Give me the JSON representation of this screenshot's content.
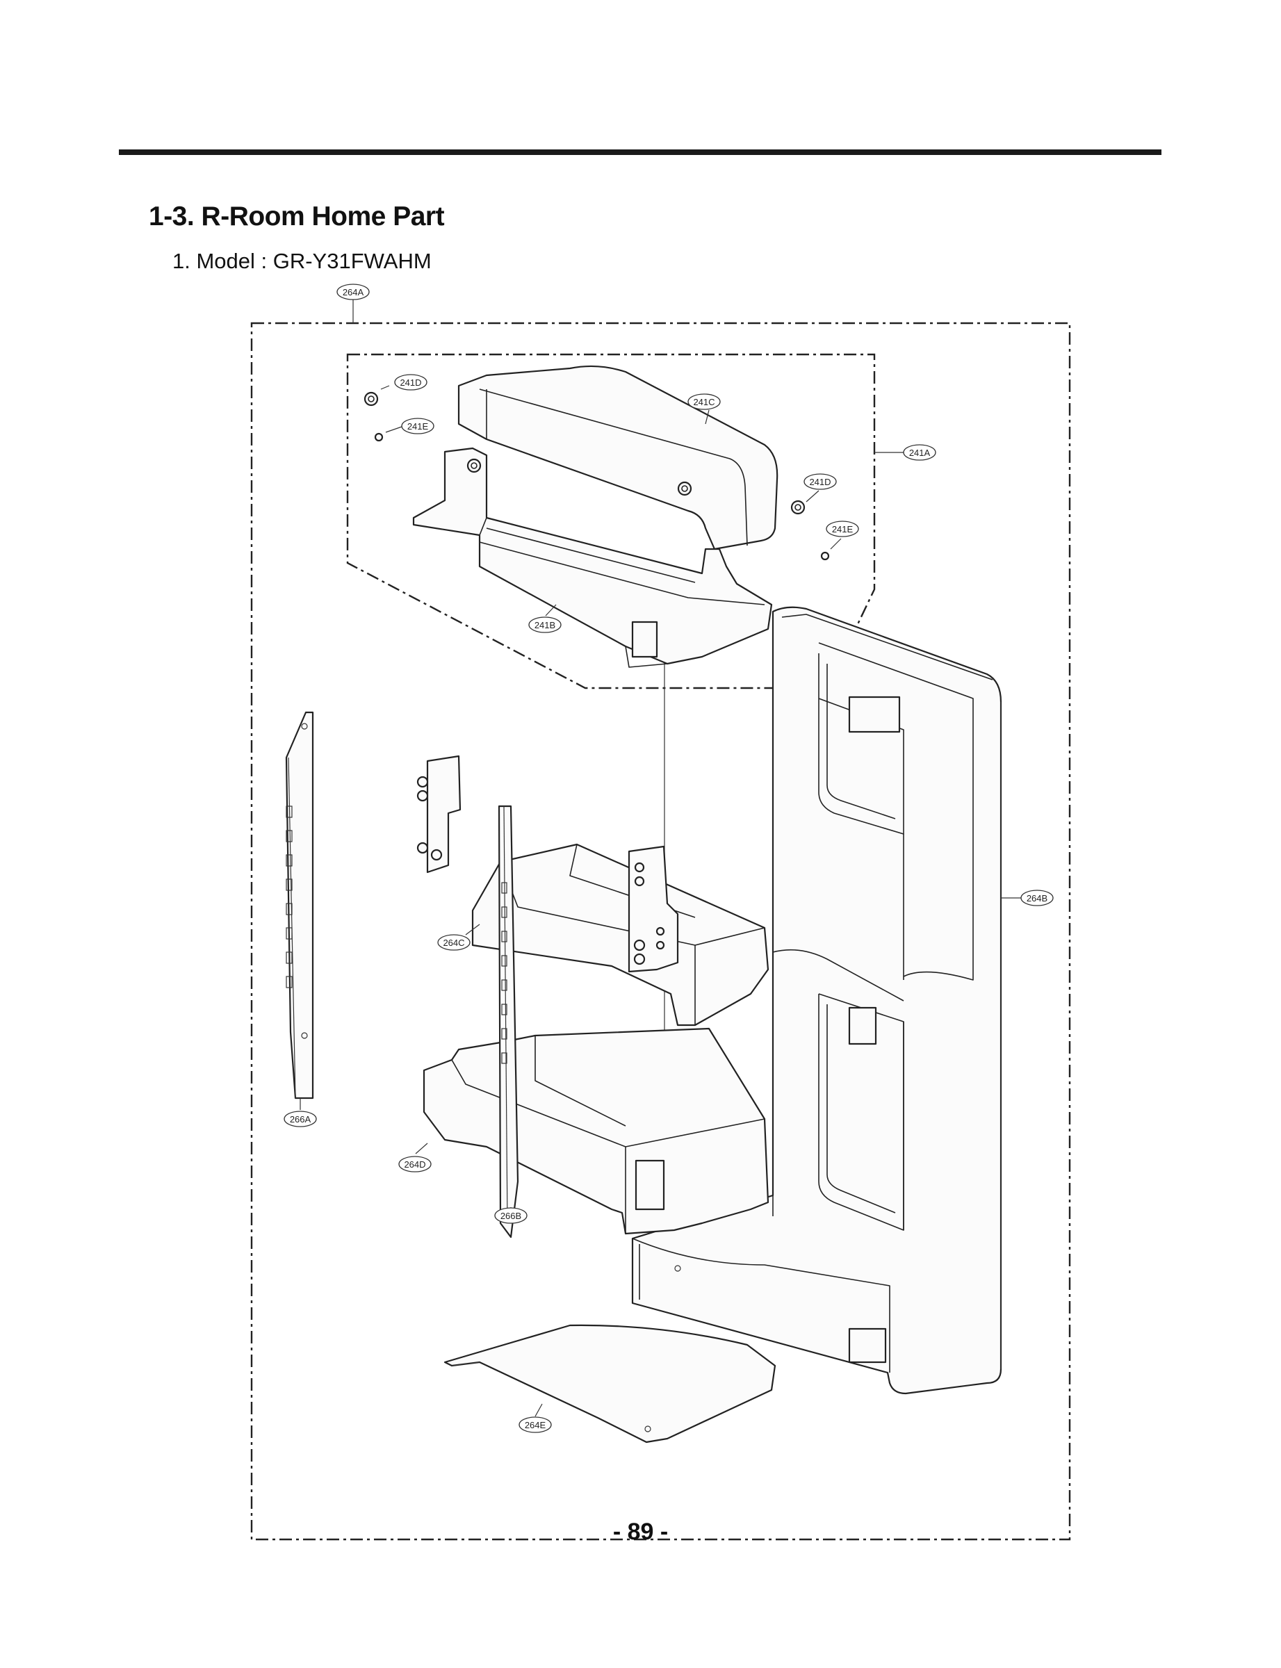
{
  "header": {
    "title": "1-3. R-Room Home Part",
    "subtitle": "1. Model : GR-Y31FWAHM"
  },
  "callouts": [
    {
      "id": "264A",
      "label": "264A"
    },
    {
      "id": "241D-top",
      "label": "241D"
    },
    {
      "id": "241E-top",
      "label": "241E"
    },
    {
      "id": "241C",
      "label": "241C"
    },
    {
      "id": "241A",
      "label": "241A"
    },
    {
      "id": "241D-right",
      "label": "241D"
    },
    {
      "id": "241E-right",
      "label": "241E"
    },
    {
      "id": "241B",
      "label": "241B"
    },
    {
      "id": "264B",
      "label": "264B"
    },
    {
      "id": "264C",
      "label": "264C"
    },
    {
      "id": "266A",
      "label": "266A"
    },
    {
      "id": "264D",
      "label": "264D"
    },
    {
      "id": "266B",
      "label": "266B"
    },
    {
      "id": "264E",
      "label": "264E"
    }
  ],
  "footer": {
    "page_number": "- 89 -"
  }
}
